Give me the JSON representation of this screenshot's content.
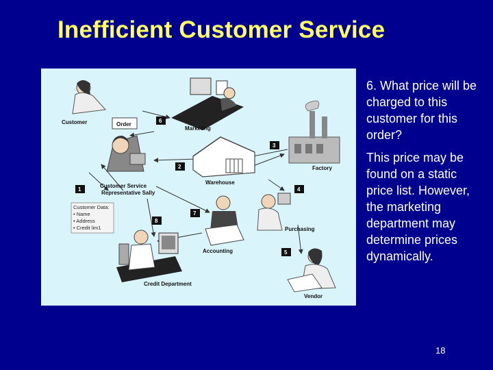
{
  "title": "Inefficient Customer Service",
  "diagram": {
    "labels": {
      "customer": "Customer",
      "order": "Order",
      "marketing": "Marketing",
      "factory": "Factory",
      "warehouse": "Warehouse",
      "rep_line1": "Customer Service",
      "rep_line2": "Representative Sally",
      "purchasing": "Purchasing",
      "accounting": "Accounting",
      "vendor": "Vendor",
      "credit": "Credit Department"
    },
    "customer_data": {
      "heading": "Customer Data:",
      "items": [
        "• Name",
        "• Address",
        "• Credit lim1"
      ]
    },
    "steps": [
      "1",
      "2",
      "3",
      "4",
      "5",
      "6",
      "7",
      "8"
    ],
    "colors": {
      "background": "#d9f4fb",
      "badge": "#111111",
      "arrow": "#333333"
    }
  },
  "text": {
    "question": "6. What price will be charged to this customer for this order?",
    "answer": "This price may be found on a static price list. However, the marketing department may determine prices dynamically."
  },
  "page_number": "18",
  "colors": {
    "slide_bg": "#00008f",
    "title": "#ffff66",
    "text": "#ffffff"
  }
}
